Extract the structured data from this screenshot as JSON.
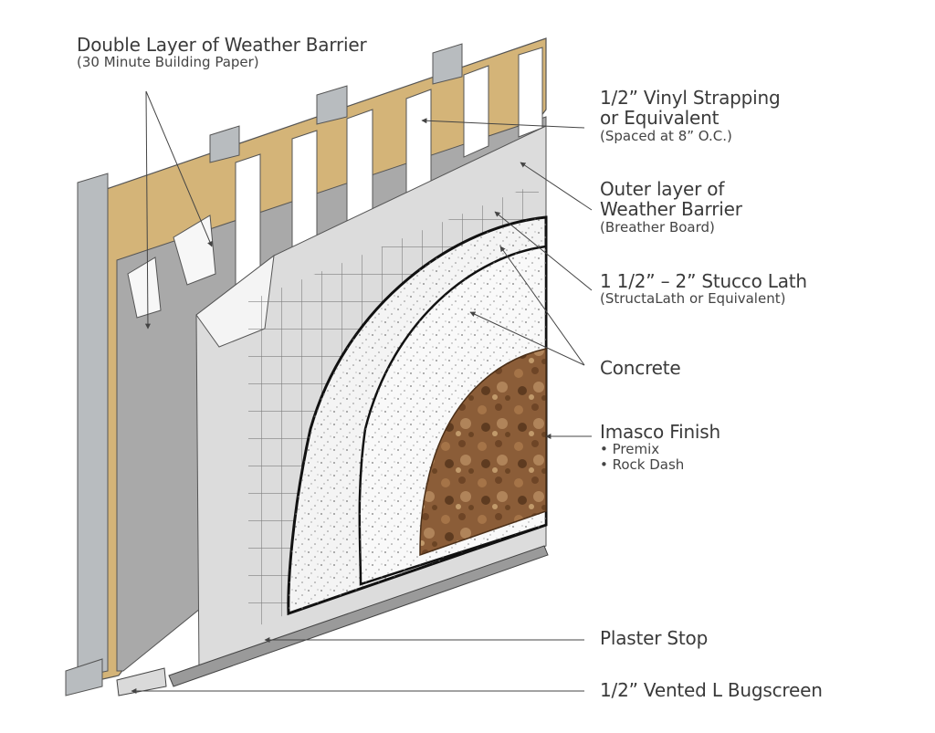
{
  "labels": {
    "weather_barrier_double": {
      "title": "Double Layer of Weather Barrier",
      "sub": "(30 Minute Building Paper)"
    },
    "vinyl_strapping": {
      "title_line1": "1/2”  Vinyl Strapping",
      "title_line2": "or Equivalent",
      "sub": "(Spaced at 8” O.C.)"
    },
    "outer_weather_barrier": {
      "title_line1": "Outer layer of",
      "title_line2": "Weather Barrier",
      "sub": "(Breather Board)"
    },
    "stucco_lath": {
      "title": "1 1/2” – 2” Stucco Lath",
      "sub": "(StructaLath or Equivalent)"
    },
    "concrete": {
      "title": "Concrete"
    },
    "imasco_finish": {
      "title": "Imasco Finish",
      "items": [
        "Premix",
        "Rock Dash"
      ]
    },
    "plaster_stop": {
      "title": "Plaster Stop"
    },
    "bugscreen": {
      "title": "1/2”  Vented L Bugscreen"
    }
  },
  "colors": {
    "sheathing": "#d4b478",
    "stud": "#b8bcbf",
    "paper": "#a9a9a9",
    "breather_board": "#dcdcdc",
    "strapping": "#ffffff",
    "concrete": "#f4f4f4",
    "finish": "#8a5a35",
    "leader": "#555555"
  }
}
